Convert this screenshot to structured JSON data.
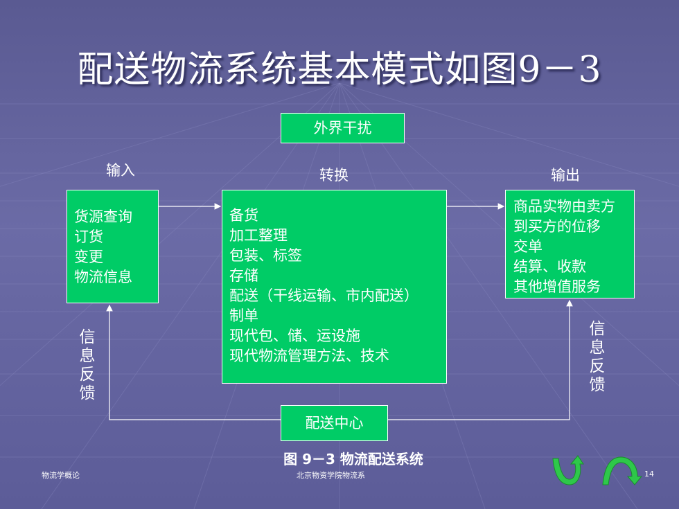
{
  "title": "配送物流系统基本模式如图9－3",
  "disturbance": "外界干扰",
  "stages": {
    "input": "输入",
    "transform": "转换",
    "output": "输出"
  },
  "input_box": [
    "货源查询",
    "订货",
    "变更",
    "物流信息"
  ],
  "transform_box": [
    "备货",
    "加工整理",
    "包装、标签",
    "存储",
    "配送（干线运输、市内配送）",
    "制单",
    "现代包、储、运设施",
    "现代物流管理方法、技术"
  ],
  "output_box": [
    "商品实物由卖方",
    "到买方的位移",
    "交单",
    "结算、收款",
    "其他增值服务"
  ],
  "feedback_left": [
    "信",
    "息",
    "反",
    "馈"
  ],
  "feedback_right": [
    "信",
    "息",
    "反",
    "馈"
  ],
  "center": "配送中心",
  "caption": "图 9－3  物流配送系统",
  "footer": {
    "left": "物流学概论",
    "center": "北京物资学院物流系",
    "page": "14"
  },
  "colors": {
    "box": "#00cc66",
    "background": "#5a5a92",
    "nav_icon": "#2ec84a"
  },
  "icons": {
    "back": "back-arrow-icon",
    "forward": "forward-arrow-icon"
  }
}
